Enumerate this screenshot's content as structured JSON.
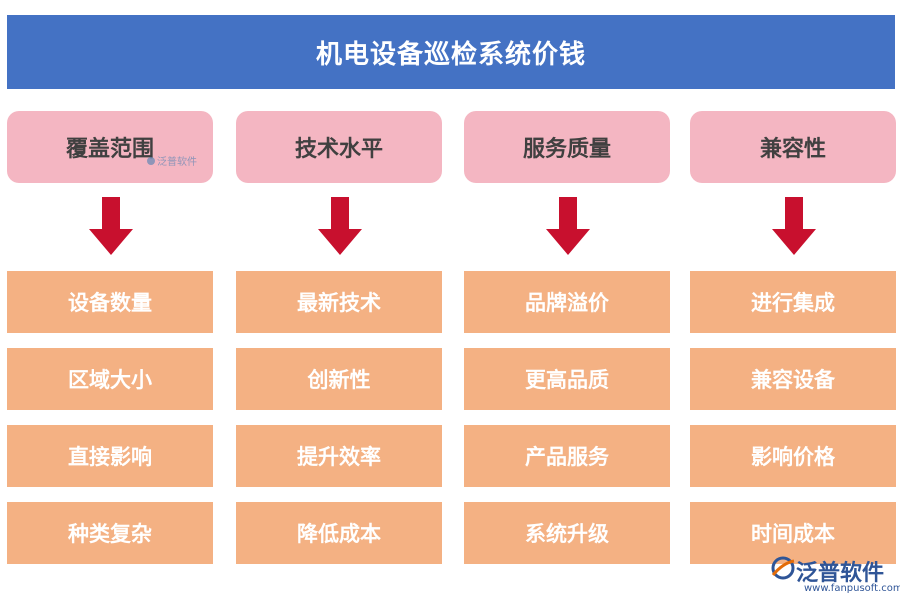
{
  "title": "机电设备巡检系统价钱",
  "colors": {
    "title_bg": "#4472c4",
    "header_bg": "#f4b6c2",
    "item_bg": "#f4b183",
    "arrow": "#c8102e"
  },
  "columns": [
    {
      "header": "覆盖范围",
      "items": [
        "设备数量",
        "区域大小",
        "直接影响",
        "种类复杂"
      ]
    },
    {
      "header": "技术水平",
      "items": [
        "最新技术",
        "创新性",
        "提升效率",
        "降低成本"
      ]
    },
    {
      "header": "服务质量",
      "items": [
        "品牌溢价",
        "更高品质",
        "产品服务",
        "系统升级"
      ]
    },
    {
      "header": "兼容性",
      "items": [
        "进行集成",
        "兼容设备",
        "影响价格",
        "时间成本"
      ]
    }
  ],
  "watermark": {
    "logo_text": "泛普软件",
    "url": "www.fanpusoft.com",
    "small_text": "泛普软件"
  }
}
